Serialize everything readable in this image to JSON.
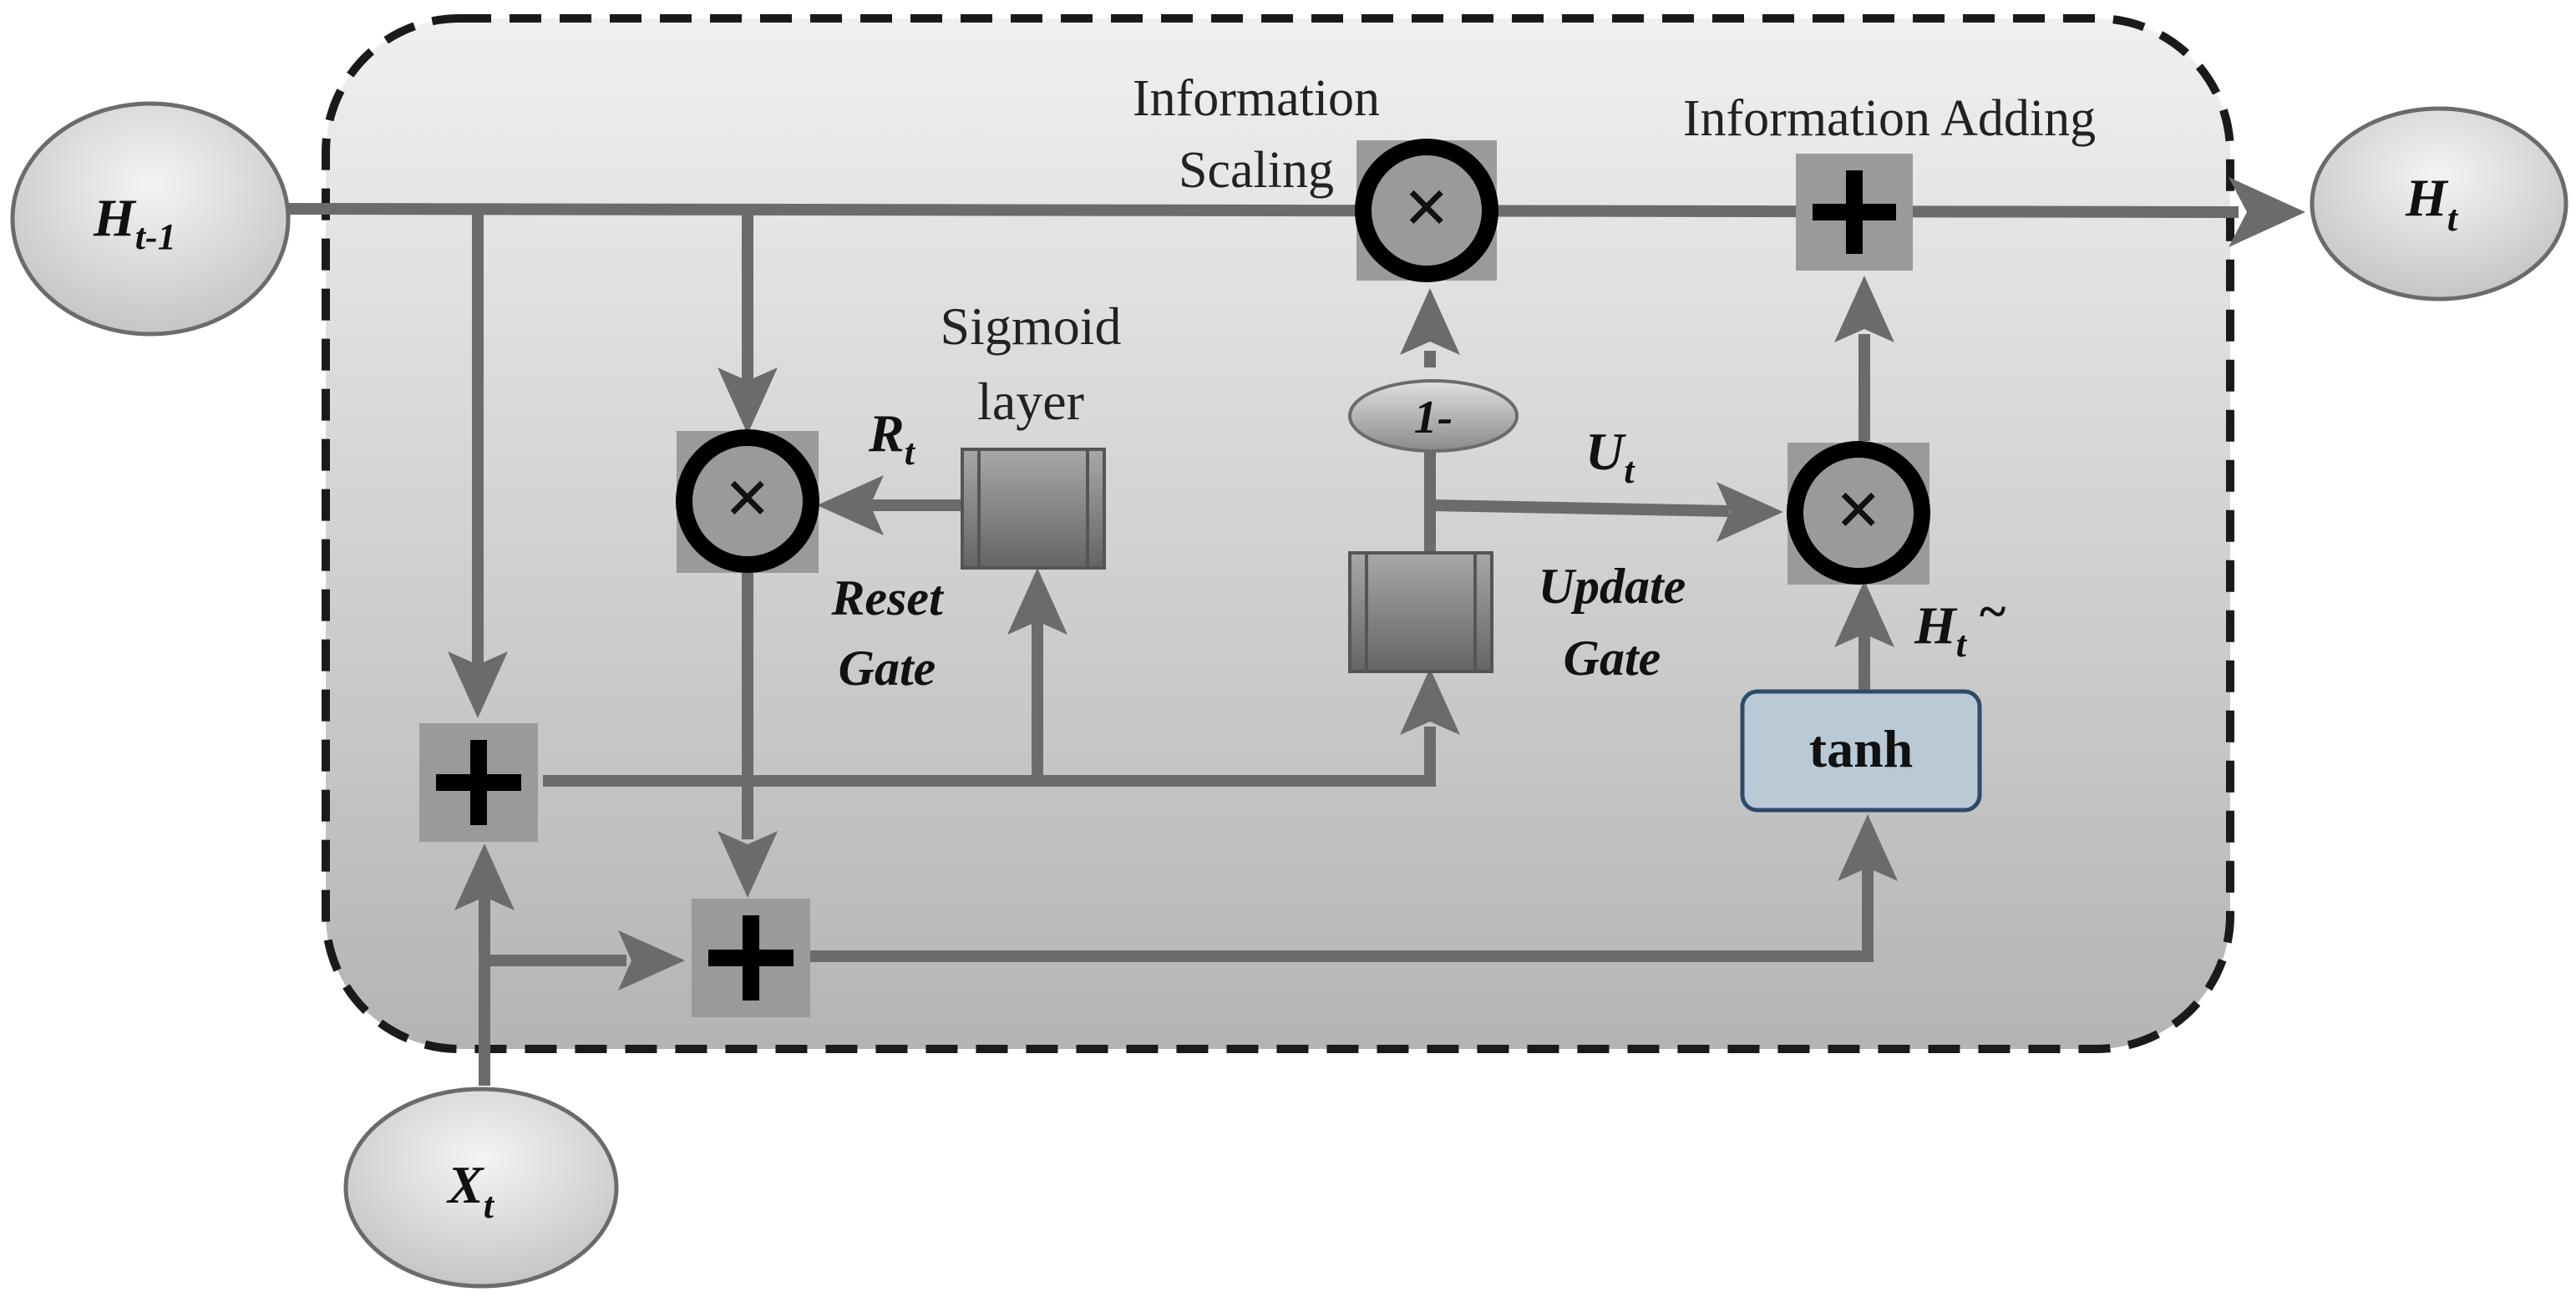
{
  "nodes": {
    "h_prev": {
      "main": "H",
      "sub": "t-1"
    },
    "h_t": {
      "main": "H",
      "sub": "t"
    },
    "x_t": {
      "main": "X",
      "sub": "t"
    }
  },
  "labels": {
    "info_scaling_1": "Information",
    "info_scaling_2": "Scaling",
    "info_adding": "Information Adding",
    "sigmoid_1": "Sigmoid",
    "sigmoid_2": "layer",
    "r_t_main": "R",
    "r_t_sub": "t",
    "reset_1": "Reset",
    "reset_2": "Gate",
    "u_t_main": "U",
    "u_t_sub": "t",
    "update_1": "Update",
    "update_2": "Gate",
    "h_tilde_main": "H",
    "h_tilde_sub": "t",
    "h_tilde_mark": "~",
    "one_minus": "1-",
    "tanh": "tanh"
  },
  "operators": {
    "multiply": "×",
    "add": "+"
  },
  "colors": {
    "line": "#6b6b6b",
    "op_box": "#9a9a9a",
    "tanh_fill": "#b9cad6",
    "tanh_stroke": "#2e4a6b",
    "dash_border": "#1a1a1a"
  }
}
